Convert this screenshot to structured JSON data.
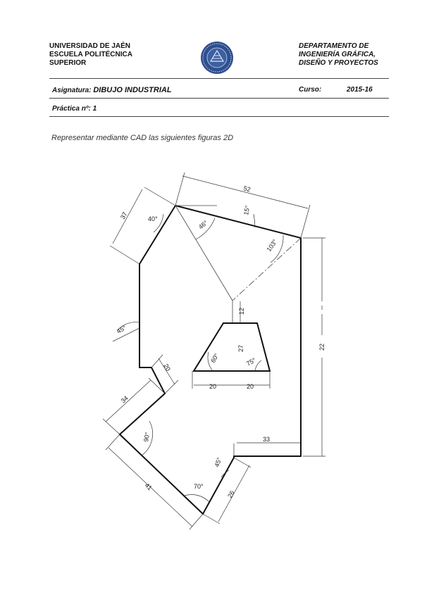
{
  "header": {
    "left_lines": [
      "UNIVERSIDAD DE JAÉN",
      "ESCUELA POLITÉCNICA",
      "SUPERIOR"
    ],
    "right_lines": [
      "DEPARTAMENTO DE",
      "INGENIERÍA GRÁFICA,",
      "DISEÑO Y PROYECTOS"
    ],
    "seal_icon": "university-seal-icon"
  },
  "course": {
    "subject_label": "Asignatura:",
    "subject_value": "DIBUJO INDUSTRIAL",
    "year_label": "Curso:",
    "year_value": "2015-16",
    "practice_label": "Práctica nº: 1"
  },
  "task": "Representar mediante CAD las siguientes figuras 2D",
  "drawing": {
    "dimensions": {
      "top": "52",
      "upper_left": "37",
      "angle_top_left": "40°",
      "angle_apex": "46°",
      "angle_top_edge": "15°",
      "angle_right": "103°",
      "right": "22",
      "vertical_small": "12",
      "trap_height": "27",
      "angle_trap_left": "60°",
      "angle_trap_right": "75°",
      "trap_base_left": "20",
      "trap_base_right": "20",
      "angle_left": "45°",
      "step": "20",
      "lower_left": "34",
      "angle_lower_left": "90°",
      "bottom_left": "41",
      "angle_bottom": "70°",
      "angle_bottom_right": "45°",
      "bottom_right": "26",
      "right_step": "33"
    }
  }
}
